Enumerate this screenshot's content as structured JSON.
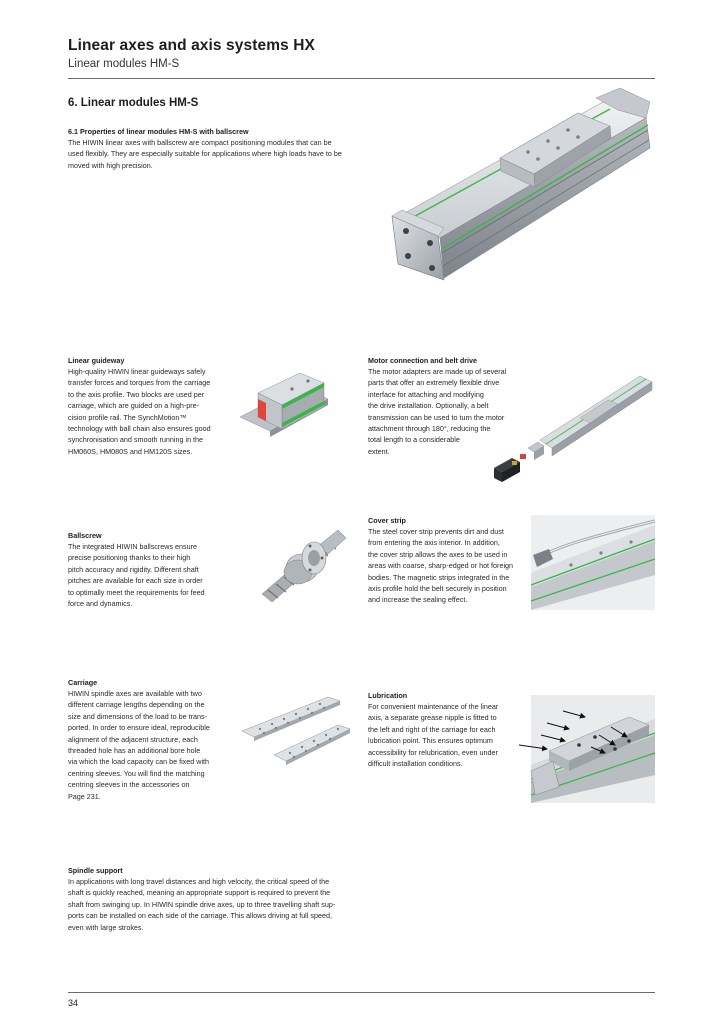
{
  "header": {
    "title": "Linear axes and axis systems HX",
    "subtitle": "Linear modules HM-S"
  },
  "section": {
    "title": "6. Linear modules HM-S"
  },
  "intro": {
    "heading": "6.1 Properties of linear modules HM-S with ballscrew",
    "lines": [
      "The HIWIN linear axes with ballscrew are compact positioning modules that can be",
      "used flexibly. They are especially suitable for applications where high loads have to be",
      "moved with high precision."
    ]
  },
  "features": {
    "linear_guideway": {
      "heading": "Linear guideway",
      "lines": [
        "High-quality HIWIN linear guideways safely",
        "transfer forces and torques from the carriage",
        "to the axis profile. Two blocks are used per",
        "carriage, which are guided on a high-pre-",
        "cision profile rail. The SynchMotion™",
        "technology with ball chain also ensures good",
        "synchronisation and smooth running in the",
        "HM060S, HM080S and HM120S sizes."
      ]
    },
    "motor_connection": {
      "heading": "Motor connection and belt drive",
      "lines": [
        "The motor adapters are made up of several",
        "parts that offer an extremely flexible drive",
        "interface for attaching and modifying",
        "the drive installation. Optionally, a belt",
        "transmission can be used to turn the motor",
        "attachment through 180°, reducing the",
        "total length to a considerable",
        "extent."
      ]
    },
    "ballscrew": {
      "heading": "Ballscrew",
      "lines": [
        "The integrated HIWIN ballscrews ensure",
        "precise positioning thanks to their high",
        "pitch accuracy and rigidity. Different shaft",
        "pitches are available for each size in order",
        "to optimally meet the requirements for feed",
        "force and dynamics."
      ]
    },
    "cover_strip": {
      "heading": "Cover strip",
      "lines": [
        "The steel cover strip prevents dirt and dust",
        "from entering the axis interior. In addition,",
        "the cover strip allows the axes to be used in",
        "areas with coarse, sharp-edged or hot foreign",
        "bodies. The magnetic strips integrated in the",
        "axis profile hold the belt securely in position",
        "and increase the sealing effect."
      ]
    },
    "carriage": {
      "heading": "Carriage",
      "lines": [
        "HIWIN spindle axes are available with two",
        "different carriage lengths depending on the",
        "size and dimensions of the load to be trans-",
        "ported. In order to ensure ideal, reproducible",
        "alignment of the adjacent structure, each",
        "threaded hole has an additional bore hole",
        "via which the load capacity can be fixed with",
        "centring sleeves. You will find the matching",
        "centring sleeves in the accessories on",
        "Page 231."
      ]
    },
    "lubrication": {
      "heading": "Lubrication",
      "lines": [
        "For convenient maintenance of the linear",
        "axis, a separate grease nipple is fitted to",
        "the left and right of the carriage for each",
        "lubrication point. This ensures optimum",
        "accessibility for relubrication, even under",
        "difficult installation conditions."
      ]
    },
    "spindle_support": {
      "heading": "Spindle support",
      "lines": [
        "In applications with long travel distances and high velocity, the critical speed of the",
        "shaft is quickly reached, meaning an appropriate support is required to prevent the",
        "shaft from swinging up. In HIWIN spindle drive axes, up to three travelling shaft sup-",
        "ports can be installed on each side of the carriage. This allows driving at full speed,",
        "even with large strokes."
      ]
    }
  },
  "footer": {
    "page_number": "34"
  },
  "colors": {
    "accent_green": "#3bb54a",
    "aluminium_light": "#d9dcdf",
    "aluminium_dark": "#8b9096",
    "guideway_red": "#e0453a",
    "rule": "#6a6a6a"
  },
  "icons": {
    "hero": "linear-module-illustration",
    "guideway": "guideway-block-illustration",
    "motor": "motor-drive-illustration",
    "ballscrew": "ballscrew-nut-illustration",
    "cover_strip": "cover-strip-illustration",
    "carriage": "carriage-plates-illustration",
    "lubrication": "lubrication-arrows-illustration"
  }
}
